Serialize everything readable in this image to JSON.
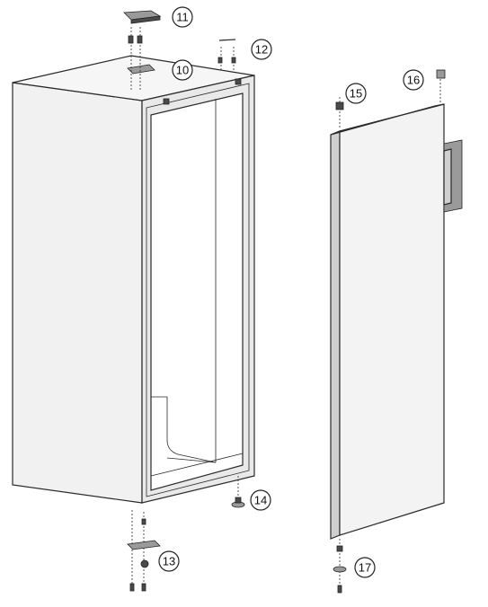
{
  "callouts": [
    {
      "id": "c10",
      "label": "10"
    },
    {
      "id": "c11",
      "label": "11"
    },
    {
      "id": "c12",
      "label": "12"
    },
    {
      "id": "c13",
      "label": "13"
    },
    {
      "id": "c14",
      "label": "14"
    },
    {
      "id": "c15",
      "label": "15"
    },
    {
      "id": "c16",
      "label": "16"
    },
    {
      "id": "c17",
      "label": "17"
    }
  ]
}
